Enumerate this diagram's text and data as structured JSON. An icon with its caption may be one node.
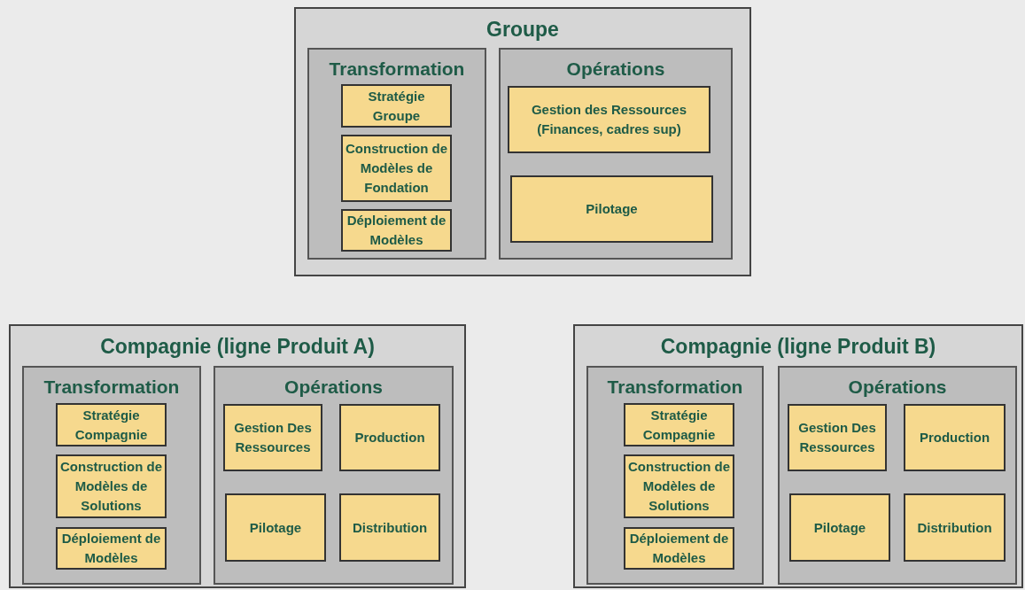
{
  "diagram": {
    "nodes": [
      {
        "text": [
          "Groupe"
        ]
      },
      {
        "text": [
          "Transformation"
        ],
        "in": 0
      },
      {
        "text": [
          "Stratégie Groupe"
        ],
        "in": 1
      },
      {
        "text": [
          "Construction de Modèles de Fondation"
        ],
        "in": 1
      },
      {
        "text": [
          "Déploiement de Modèles"
        ],
        "in": 1
      },
      {
        "text": [
          "Opérations"
        ],
        "in": 0
      },
      {
        "text": [
          "Gestion des Ressources (Finances, cadres sup)"
        ],
        "in": 5
      },
      {
        "text": [
          "Pilotage"
        ],
        "in": 5
      },
      {
        "text": [
          "Compagnie (ligne Produit A)"
        ]
      },
      {
        "text": [
          "Transformation"
        ],
        "in": 8
      },
      {
        "text": [
          "Stratégie Compagnie"
        ],
        "in": 9
      },
      {
        "text": [
          "Construction de Modèles de Solutions"
        ],
        "in": 9
      },
      {
        "text": [
          "Déploiement de Modèles"
        ],
        "in": 9
      },
      {
        "text": [
          "Opérations"
        ],
        "in": 8
      },
      {
        "text": [
          "Gestion Des Ressources"
        ],
        "in": 13
      },
      {
        "text": [
          "Production"
        ],
        "in": 13
      },
      {
        "text": [
          "Pilotage"
        ],
        "in": 13
      },
      {
        "text": [
          "Distribution"
        ],
        "in": 13
      },
      {
        "text": [
          "Compagnie (ligne Produit B)"
        ]
      },
      {
        "text": [
          "Transformation"
        ],
        "in": 18
      },
      {
        "text": [
          "Stratégie Compagnie"
        ],
        "in": 19
      },
      {
        "text": [
          "Construction de Modèles de Solutions"
        ],
        "in": 19
      },
      {
        "text": [
          "Déploiement de Modèles"
        ],
        "in": 19
      },
      {
        "text": [
          "Opérations"
        ],
        "in": 18
      },
      {
        "text": [
          "Gestion Des Ressources"
        ],
        "in": 23
      },
      {
        "text": [
          "Production"
        ],
        "in": 23
      },
      {
        "text": [
          "Pilotage"
        ],
        "in": 23
      },
      {
        "text": [
          "Distribution"
        ],
        "in": 23
      }
    ]
  }
}
